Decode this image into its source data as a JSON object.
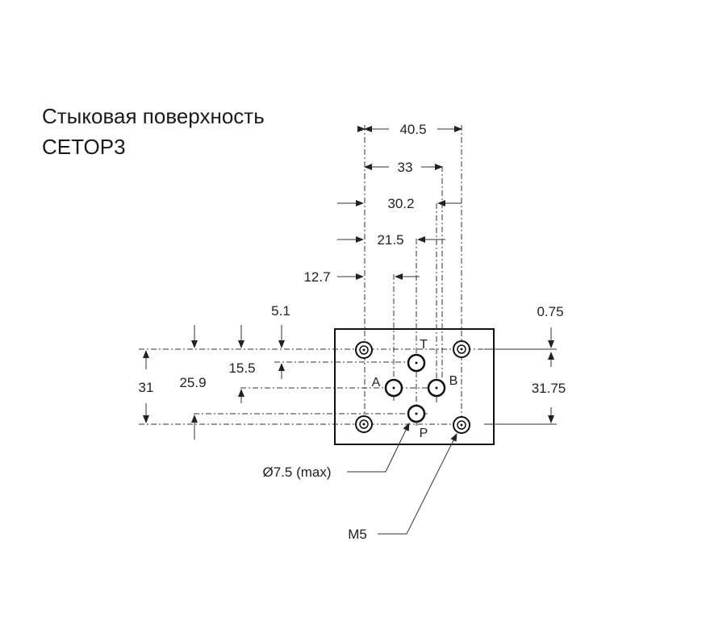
{
  "title": {
    "line1": "Стыковая поверхность",
    "line2": "CETOP3"
  },
  "dimensions": {
    "d40_5": "40.5",
    "d33": "33",
    "d30_2": "30.2",
    "d21_5": "21.5",
    "d12_7": "12.7",
    "d5_1": "5.1",
    "d0_75": "0.75",
    "d31": "31",
    "d25_9": "25.9",
    "d15_5": "15.5",
    "d31_75": "31.75"
  },
  "ports": {
    "T": "T",
    "A": "A",
    "B": "B",
    "P": "P"
  },
  "callouts": {
    "port_diameter": "Ø7.5 (max)",
    "thread": "M5"
  }
}
